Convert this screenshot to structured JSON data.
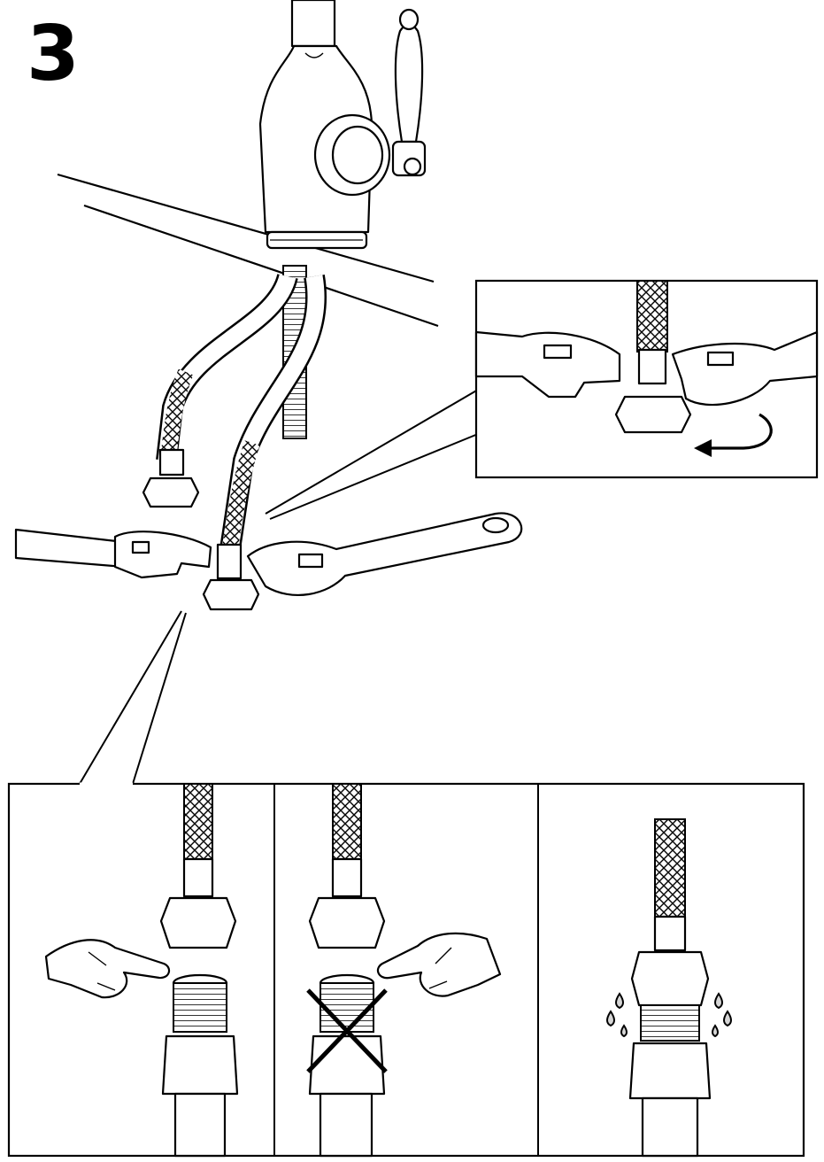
{
  "step": {
    "number": "3"
  },
  "illustration": {
    "main_scene": "faucet-hose-connection",
    "detail_top_right": "wrench-tightening-detail",
    "panels": [
      {
        "name": "correct-connection-panel",
        "icon": "pointing-hand-icon"
      },
      {
        "name": "incorrect-connection-panel",
        "icon": "cross-mark-icon"
      },
      {
        "name": "leak-panel",
        "icon": "water-drops-icon"
      }
    ]
  }
}
